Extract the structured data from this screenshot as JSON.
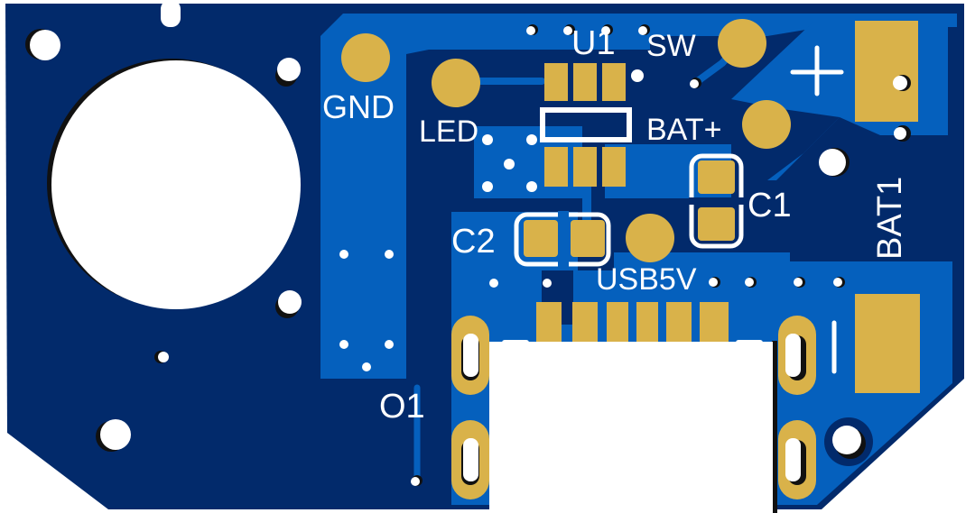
{
  "board": {
    "colors": {
      "substrate": "#022a6b",
      "copper_pour": "#0560bd",
      "pad": "#d9b24a",
      "silkscreen": "#ffffff",
      "hole_shadow": "#111111"
    }
  },
  "labels": {
    "gnd": "GND",
    "led": "LED",
    "u1": "U1",
    "sw": "SW",
    "bat_plus": "BAT+",
    "c1": "C1",
    "c2": "C2",
    "usb5v": "USB5V",
    "o1": "O1",
    "bat1": "BAT1",
    "plus_sign": "+",
    "minus_sign": "|"
  },
  "components": [
    {
      "ref": "U1",
      "type": "SOT-23-6"
    },
    {
      "ref": "C1",
      "type": "capacitor"
    },
    {
      "ref": "C2",
      "type": "capacitor"
    },
    {
      "ref": "BAT1",
      "type": "battery-terminals"
    },
    {
      "ref": "O1",
      "type": "mount"
    },
    {
      "ref": "USB",
      "type": "usb-connector"
    }
  ],
  "test_points": [
    "GND",
    "LED",
    "SW",
    "BAT+",
    "USB5V"
  ]
}
